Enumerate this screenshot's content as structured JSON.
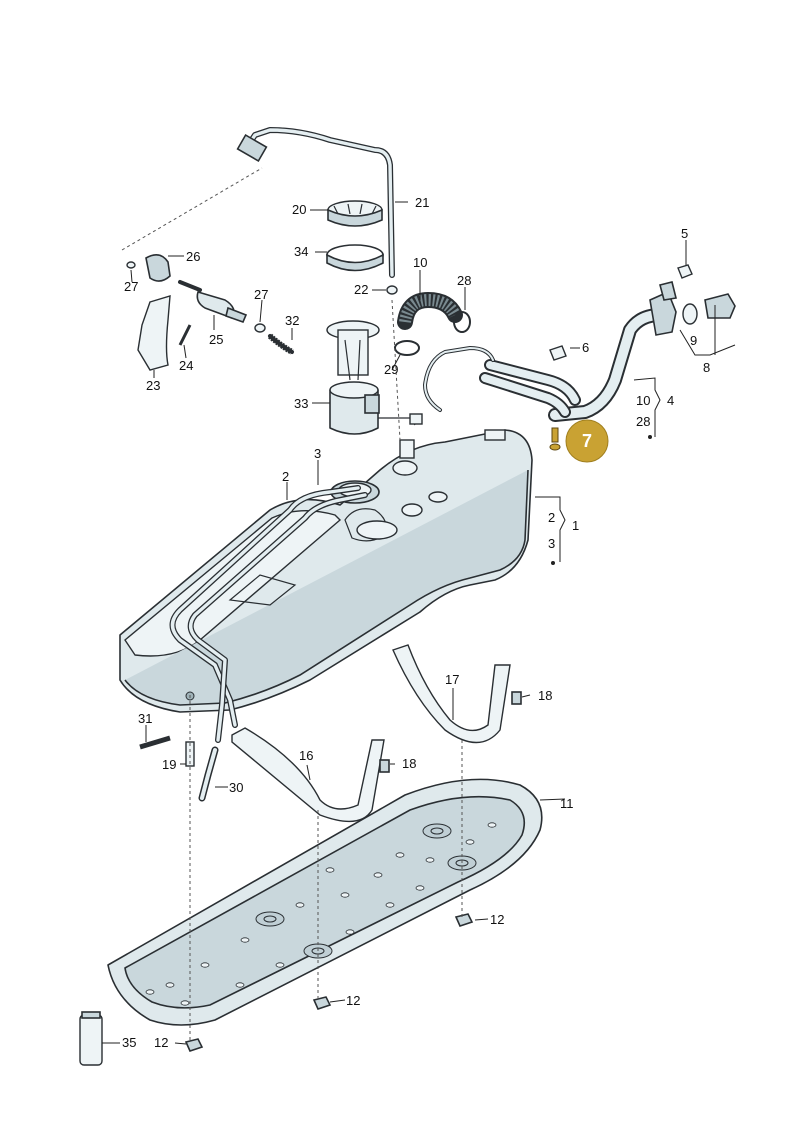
{
  "diagram": {
    "highlight_color": "#c9a233",
    "highlight_label": "7",
    "callouts": [
      "1",
      "2",
      "3",
      "4",
      "5",
      "6",
      "8",
      "9",
      "10",
      "11",
      "12",
      "16",
      "17",
      "18",
      "19",
      "20",
      "21",
      "22",
      "23",
      "24",
      "25",
      "26",
      "27",
      "28",
      "29",
      "30",
      "31",
      "32",
      "33",
      "34",
      "35"
    ]
  }
}
